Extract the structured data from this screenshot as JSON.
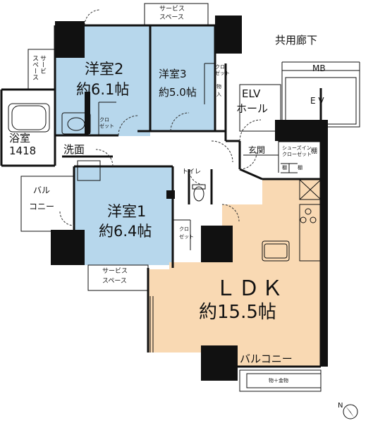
{
  "corridor": {
    "label": "共用廊下"
  },
  "rooms": {
    "western2": {
      "name": "洋室2",
      "size": "約6.1帖"
    },
    "western3": {
      "name": "洋室3",
      "size": "約5.0帖"
    },
    "western1": {
      "name": "洋室1",
      "size": "約6.4帖"
    },
    "ldk": {
      "name": "ＬＤＫ",
      "size": "約15.5帖"
    },
    "bath": {
      "name": "浴室",
      "size": "1418"
    },
    "washroom": {
      "name": "洗面"
    },
    "toilet": {
      "name": "トイレ"
    },
    "entrance": {
      "name": "玄関"
    },
    "elv_hall": {
      "line1": "ELV",
      "line2": "ホール"
    },
    "ev": {
      "name": "E V"
    },
    "mb": {
      "name": "MB"
    }
  },
  "storage": {
    "service_space_top": {
      "line1": "サービス",
      "line2": "スペース"
    },
    "service_space_left": {
      "line1": "サービ",
      "line2": "スペース"
    },
    "service_space_bottom": {
      "line1": "サービス",
      "line2": "スペース"
    },
    "closet_w3": {
      "line1": "クロ",
      "line2": "ゼット"
    },
    "closet_w2": {
      "line1": "クロ",
      "line2": "ゼット"
    },
    "closet_w1": {
      "line1": "クロ",
      "line2": "ゼット"
    },
    "storage_w3": {
      "line1": "物",
      "line2": "入"
    },
    "shoes_in_closet": {
      "line1": "シューズイン",
      "line2": "クローゼット"
    },
    "shelf": "棚",
    "shelf_left": "棚",
    "shelf_right": "棚",
    "kanamono": "物＋金物"
  },
  "balconies": {
    "left": {
      "line1": "バル",
      "line2": "コニー"
    },
    "bottom": {
      "label": "バルコニー"
    }
  },
  "compass": {
    "label": "N"
  },
  "colors": {
    "western_rooms": "#b7d7ec",
    "ldk": "#f9d9b3",
    "wall": "#111111",
    "background": "#ffffff"
  }
}
